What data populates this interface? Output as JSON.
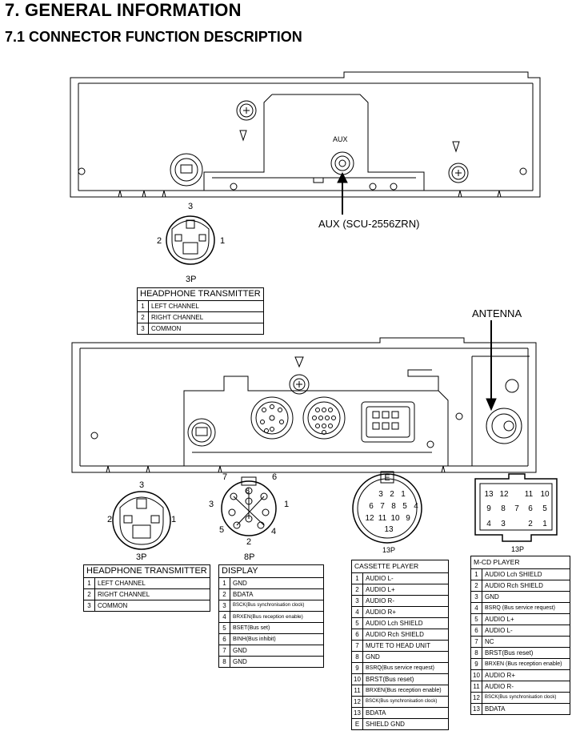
{
  "title": "7. GENERAL INFORMATION",
  "subtitle": "7.1 CONNECTOR FUNCTION DESCRIPTION",
  "labels": {
    "aux_top": "AUX",
    "aux_callout": "AUX (SCU-2556ZRN)",
    "antenna": "ANTENNA",
    "hp_top_pins": [
      "3",
      "2",
      "1"
    ],
    "hp_top_count": "3P",
    "hp_bot_pins": [
      "3",
      "2",
      "1"
    ],
    "hp_bot_count": "3P",
    "disp_pins": [
      "7",
      "6",
      "3",
      "1",
      "5",
      "4",
      "2",
      "8"
    ],
    "disp_count": "8P",
    "cass_count": "13P",
    "cass_tab": "E",
    "cass_pins": [
      "3",
      "2",
      "1",
      "6",
      "7",
      "8",
      "5",
      "4",
      "12",
      "11",
      "10",
      "9",
      "13"
    ],
    "mcd_count": "13P",
    "mcd_pins": [
      "13",
      "12",
      "11",
      "10",
      "9",
      "8",
      "7",
      "6",
      "5",
      "4",
      "3",
      "2",
      "1"
    ]
  },
  "tables": {
    "hp_top": {
      "header": "HEADPHONE TRANSMITTER",
      "rows": [
        [
          "1",
          "LEFT CHANNEL"
        ],
        [
          "2",
          "RIGHT CHANNEL"
        ],
        [
          "3",
          "COMMON"
        ]
      ]
    },
    "hp_bot": {
      "header": "HEADPHONE TRANSMITTER",
      "rows": [
        [
          "1",
          "LEFT CHANNEL"
        ],
        [
          "2",
          "RIGHT CHANNEL"
        ],
        [
          "3",
          "COMMON"
        ]
      ]
    },
    "display": {
      "header": "DISPLAY",
      "rows": [
        [
          "1",
          "GND"
        ],
        [
          "2",
          "BDATA"
        ],
        [
          "3",
          "BSCK(Bus synchronisation clock)"
        ],
        [
          "4",
          "BRXEN(Bus reception enable)"
        ],
        [
          "5",
          "BSET(Bus set)"
        ],
        [
          "6",
          "BINH(Bus inhibit)"
        ],
        [
          "7",
          "GND"
        ],
        [
          "8",
          "GND"
        ]
      ]
    },
    "cassette": {
      "header": "CASSETTE PLAYER",
      "rows": [
        [
          "1",
          "AUDIO L-"
        ],
        [
          "2",
          "AUDIO L+"
        ],
        [
          "3",
          "AUDIO R-"
        ],
        [
          "4",
          "AUDIO R+"
        ],
        [
          "5",
          "AUDIO Lch SHIELD"
        ],
        [
          "6",
          "AUDIO Rch SHIELD"
        ],
        [
          "7",
          "MUTE TO HEAD UNIT"
        ],
        [
          "8",
          "GND"
        ],
        [
          "9",
          "BSRQ(Bus service request)"
        ],
        [
          "10",
          "BRST(Bus reset)"
        ],
        [
          "11",
          "BRXEN(Bus reception enable)"
        ],
        [
          "12",
          "BSCK(Bus synchronisation clock)"
        ],
        [
          "13",
          "BDATA"
        ],
        [
          "E",
          "SHIELD GND"
        ]
      ]
    },
    "mcd": {
      "header": "M-CD PLAYER",
      "rows": [
        [
          "1",
          "AUDIO Lch SHIELD"
        ],
        [
          "2",
          "AUDIO Rch SHIELD"
        ],
        [
          "3",
          "GND"
        ],
        [
          "4",
          "BSRQ (Bus service request)"
        ],
        [
          "5",
          "AUDIO L+"
        ],
        [
          "6",
          "AUDIO L-"
        ],
        [
          "7",
          "NC"
        ],
        [
          "8",
          "BRST(Bus reset)"
        ],
        [
          "9",
          "BRXEN (Bus reception enable)"
        ],
        [
          "10",
          "AUDIO R+"
        ],
        [
          "11",
          "AUDIO R-"
        ],
        [
          "12",
          "BSCK(Bus synchronisation clock)"
        ],
        [
          "13",
          "BDATA"
        ]
      ]
    }
  }
}
